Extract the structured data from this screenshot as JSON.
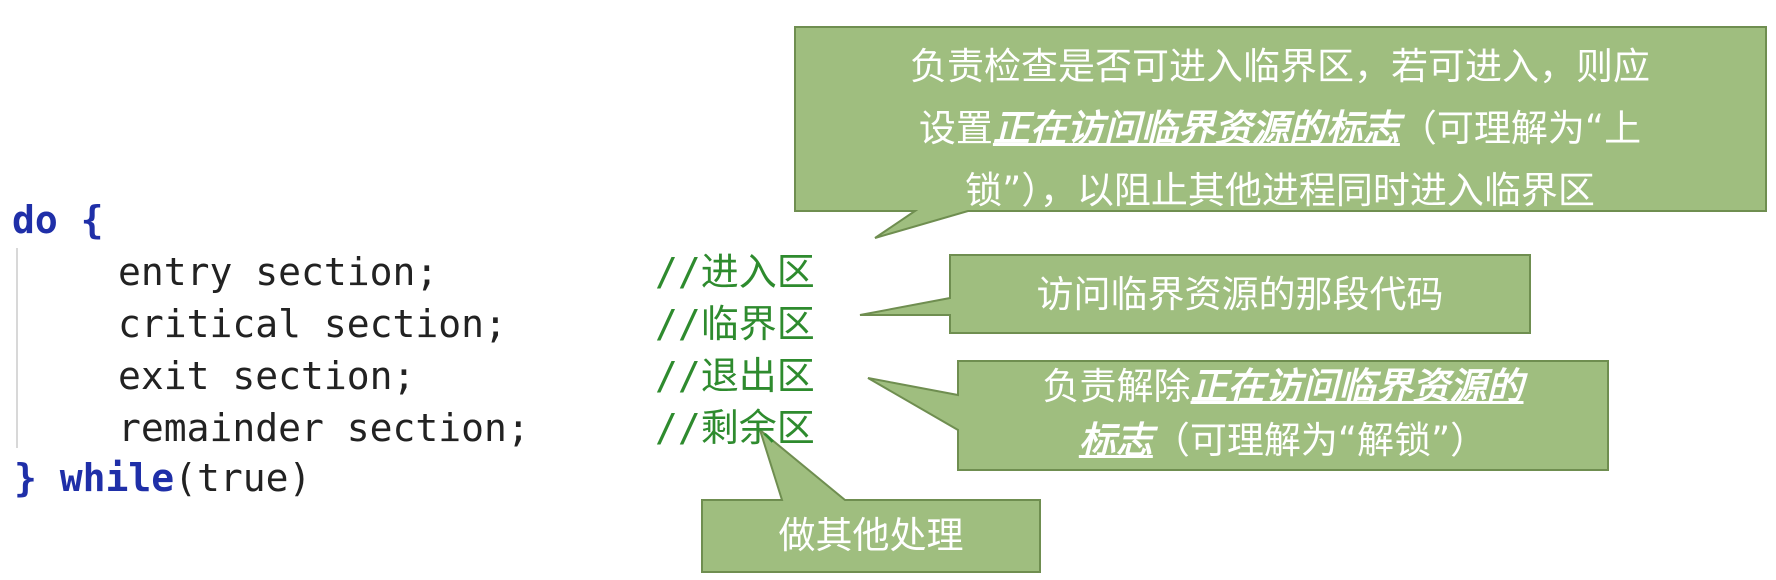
{
  "code": {
    "do_kw": "do",
    "open_brace": " {",
    "entry_line": "entry section;",
    "critical_line": "critical section;",
    "exit_line": "exit section;",
    "remainder_line": "remainder section;",
    "close_brace": "}",
    "while_kw": " while",
    "while_cond": "(true)"
  },
  "comments": {
    "entry": "//进入区",
    "critical": "//临界区",
    "exit": "//退出区",
    "remainder": "//剩余区"
  },
  "callouts": {
    "entry": {
      "line1": "负责检查是否可进入临界区，若可进入，则应",
      "line2_pre": "设置",
      "line2_em": "正在访问临界资源的标志",
      "line2_post": "（可理解为“上",
      "line3": "锁”），以阻止其他进程同时进入临界区"
    },
    "critical": {
      "text": "访问临界资源的那段代码"
    },
    "exit": {
      "line1_pre": "负责解除",
      "line1_em": "正在访问临界资源的",
      "line2_em": "标志",
      "line2_post": "（可理解为“解锁”）"
    },
    "remainder": {
      "text": "做其他处理"
    }
  },
  "colors": {
    "box_fill": "#9fbe7f",
    "box_stroke": "#6f8e50",
    "keyword": "#1f2fa8",
    "comment": "#2e8b2e"
  }
}
